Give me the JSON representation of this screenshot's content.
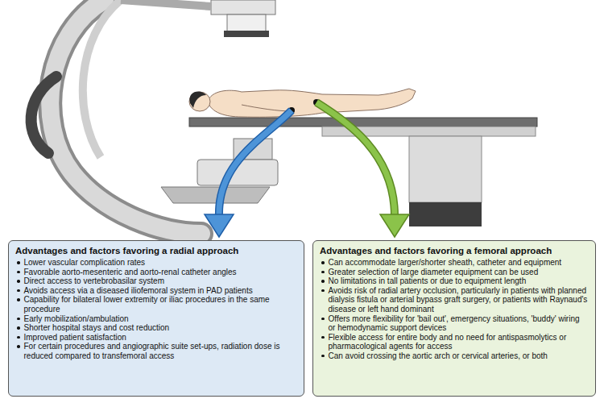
{
  "diagram": {
    "nodes": [
      {
        "text": [
          "Advantages and factors favoring a radial approach",
          "Lower vascular complication rates",
          "Favorable aorto-mesenteric and aorto-renal catheter angles",
          "Direct access to vertebrobasilar system",
          "Avoids access via a diseased iliofemoral system in PAD patients",
          "Capability for bilateral lower extremity or iliac procedures in the same procedure",
          "Early mobilization/ambulation",
          "Shorter hospital stays and cost reduction",
          "Improved patient satisfaction",
          "For certain procedures and angiographic suite set-ups, radiation dose is reduced compared to transfemoral access"
        ]
      },
      {
        "text": [
          "Advantages and factors favoring a femoral approach",
          "Can accommodate larger/shorter sheath, catheter and equipment",
          "Greater selection of large diameter equipment can be used",
          "No limitations in tall patients or due to equipment length",
          "Avoids risk of radial artery occlusion, particularly in patients with planned dialysis fistula or arterial bypass graft surgery, or patients with Raynaud's disease or left hand dominant",
          "Offers more flexibility for 'bail out', emergency situations, 'buddy' wiring or hemodynamic support devices",
          "Flexible access for entire body and no need for antispasmolytics or pharmacological agents for access",
          "Can avoid crossing the aortic arch or cervical arteries, or both"
        ]
      }
    ]
  }
}
